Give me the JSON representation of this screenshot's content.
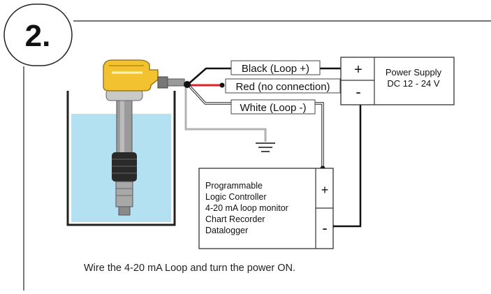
{
  "step": {
    "number": "2."
  },
  "labels": {
    "black_wire": "Black (Loop +)",
    "red_wire": "Red (no connection)",
    "white_wire": "White (Loop -)"
  },
  "power_supply": {
    "line1": "Power Supply",
    "line2": "DC 12 - 24 V",
    "plus": "+",
    "minus": "-"
  },
  "controller": {
    "lines": [
      "Programmable",
      "Logic Controller",
      "4-20 mA loop monitor",
      "Chart Recorder",
      "Datalogger"
    ],
    "plus": "+",
    "minus": "-"
  },
  "instruction": "Wire the 4-20 mA Loop and turn the power ON.",
  "colors": {
    "sensor_housing": "#f2c230",
    "tank_water": "#b4e1f2",
    "red_wire": "#e41e26",
    "black_wire": "#111111",
    "white_wire": "#9a9a9a"
  }
}
